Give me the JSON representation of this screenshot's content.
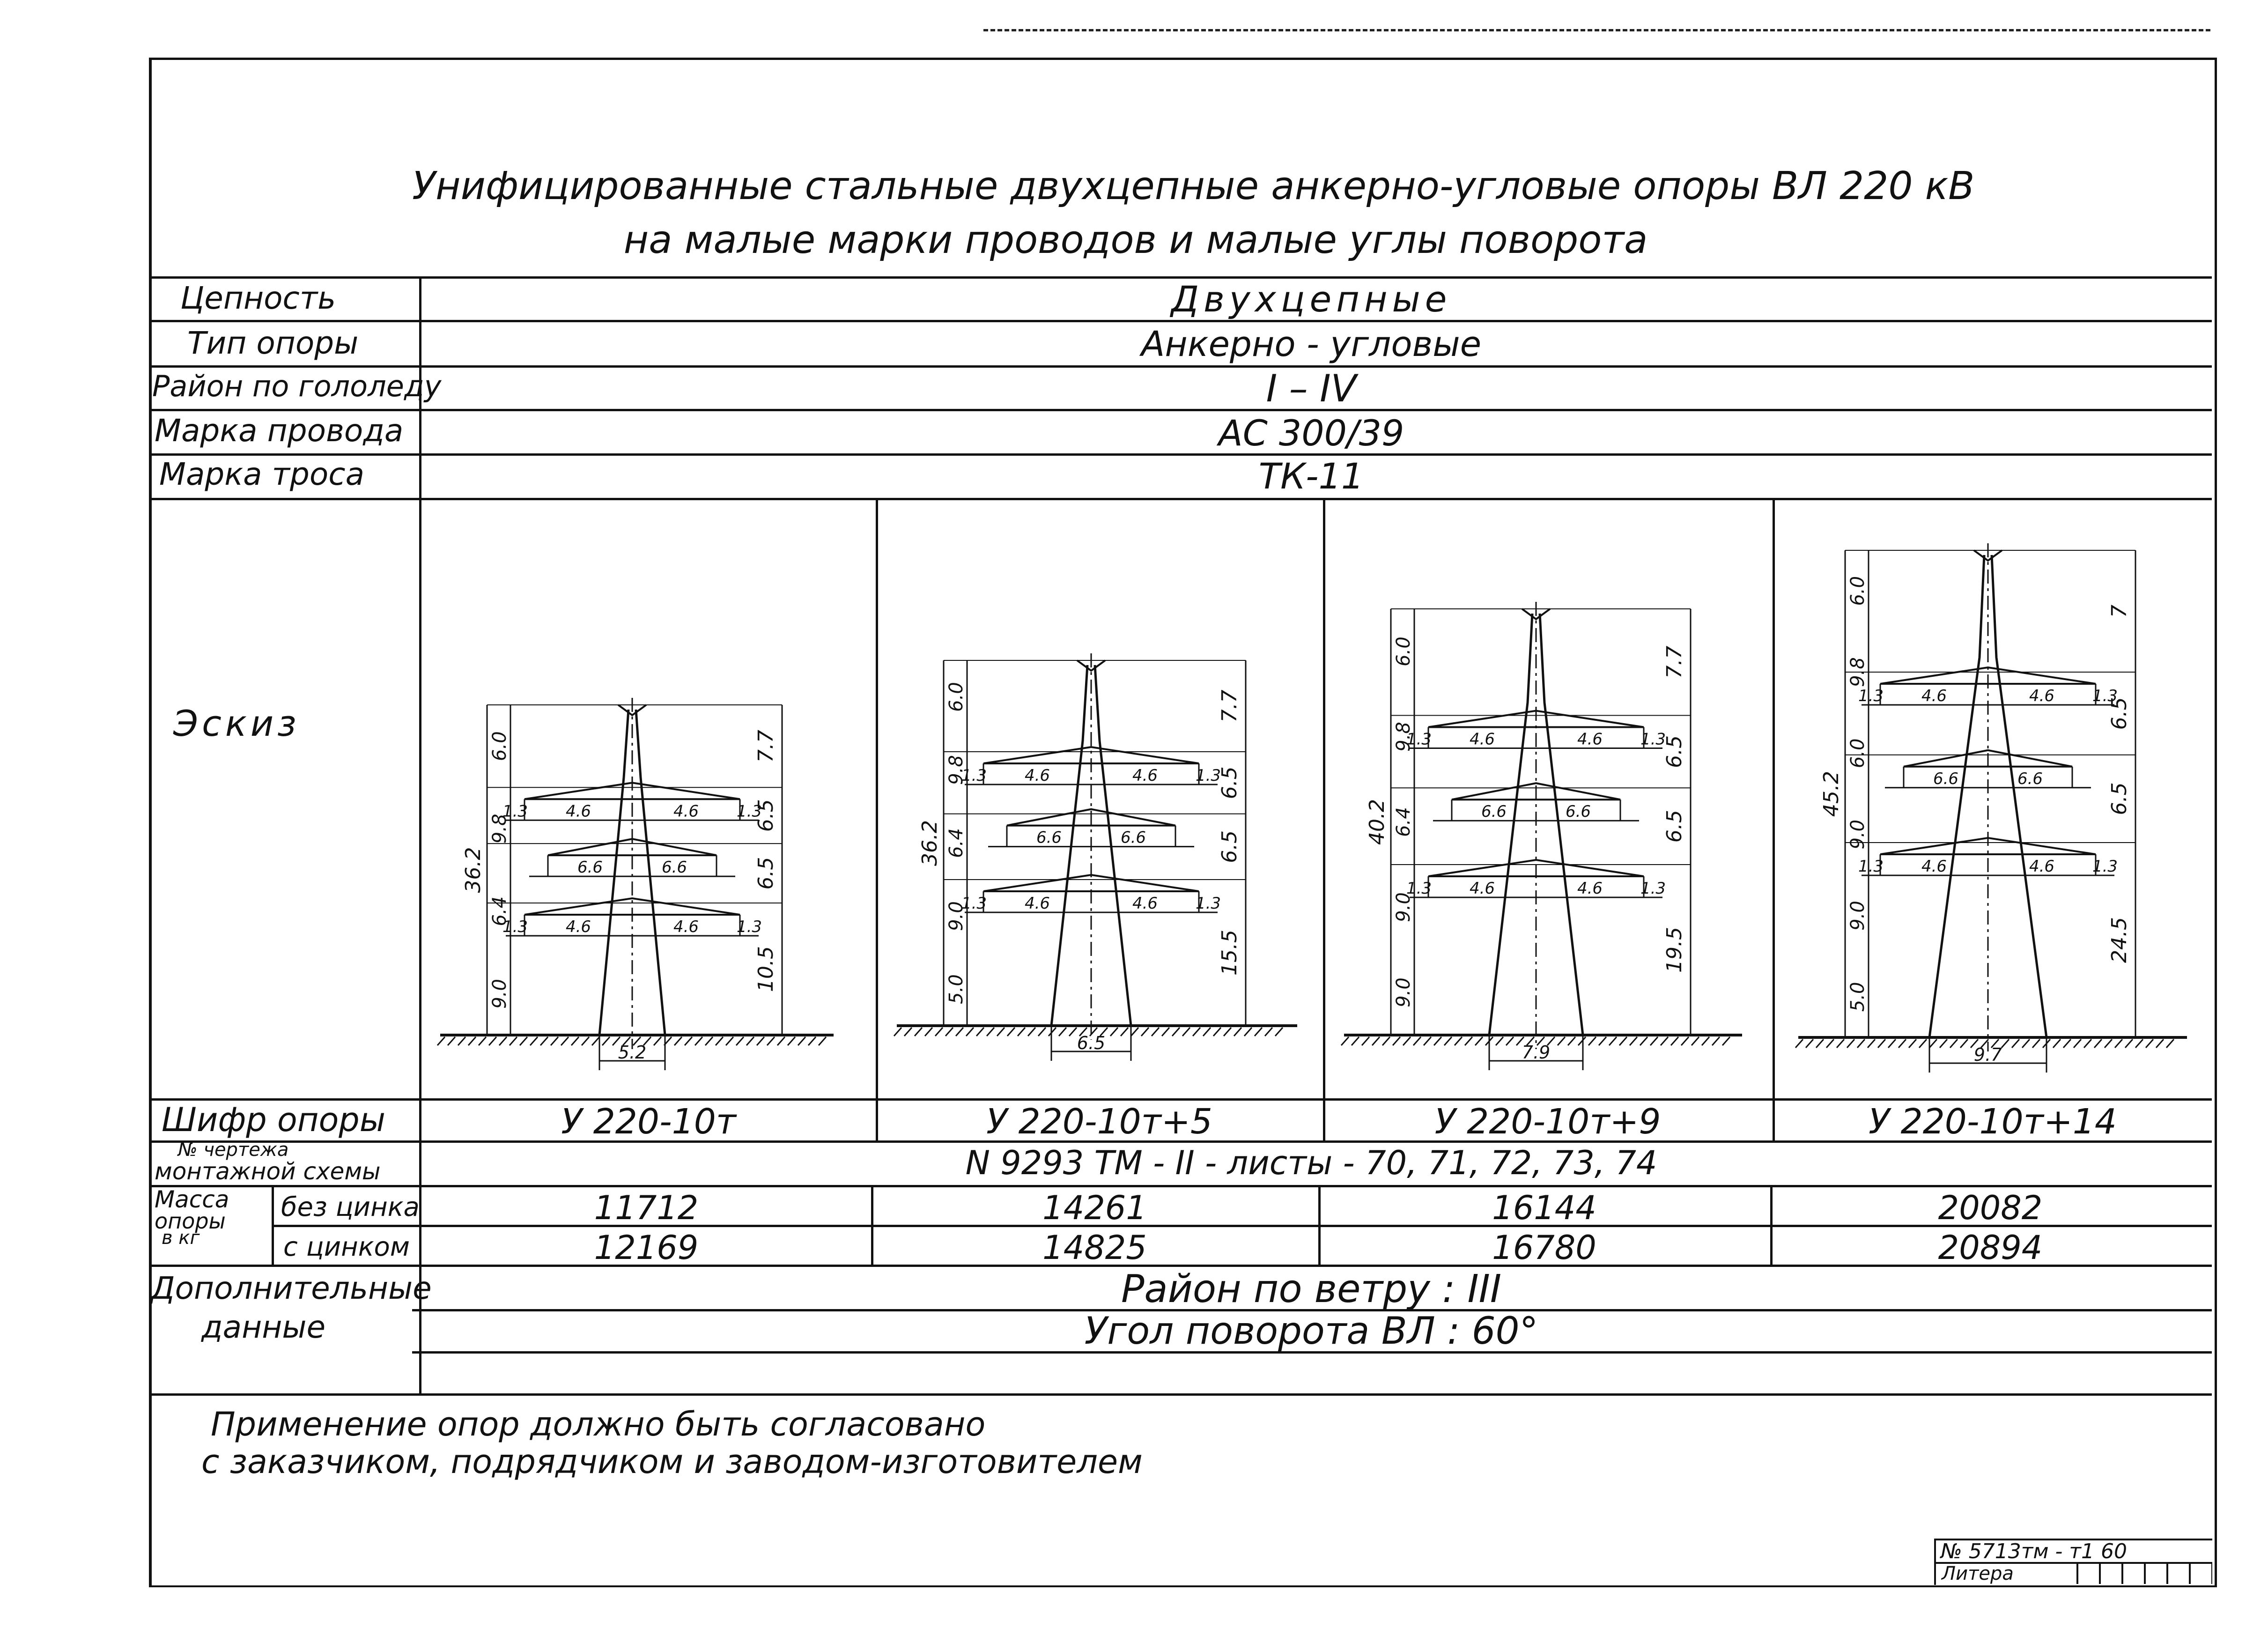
{
  "title": {
    "line1": "Унифицированные стальные двухцепные анкерно-угловые опоры ВЛ 220 кВ",
    "line2": "на малые марки проводов и малые углы поворота"
  },
  "rows": {
    "circuits": {
      "label": "Цепность",
      "value": "Двухцепные"
    },
    "type": {
      "label": "Тип опоры",
      "value": "Анкерно - угловые"
    },
    "ice": {
      "label": "Район по гололеду",
      "value": "I – IV"
    },
    "wire": {
      "label": "Марка провода",
      "value": "АС 300/39"
    },
    "rope": {
      "label": "Марка троса",
      "value": "ТК-11"
    },
    "sketch": {
      "label": "Эскиз"
    },
    "code": {
      "label": "Шифр опоры"
    },
    "drawing": {
      "label_1": "№ чертежа",
      "label_2": "монтажной схемы",
      "value": "N 9293 ТМ - II - листы - 70, 71, 72, 73, 74"
    },
    "mass": {
      "label_1": "Масса",
      "label_2": "опоры",
      "label_3": "в кг",
      "no_zinc": "без цинка",
      "zinc": "с цинком"
    },
    "extra": {
      "label_1": "Дополнительные",
      "label_2": "данные",
      "wind": "Район по ветру : III",
      "angle": "Угол поворота ВЛ : 60°"
    }
  },
  "towers": [
    {
      "code": "У 220-10т",
      "mass_no_zinc": "11712",
      "mass_zinc": "12169",
      "height": "36.2",
      "base": "5.2",
      "left_dims": [
        "6.0",
        "9.8",
        "6.4",
        "9.0"
      ],
      "right_dims": [
        "7.7",
        "6.5",
        "6.5",
        "10.5"
      ],
      "arms": [
        "1.3",
        "4.6",
        "4.6",
        "1.3"
      ],
      "mid_arms": [
        "6.6",
        "6.6"
      ]
    },
    {
      "code": "У 220-10т+5",
      "mass_no_zinc": "14261",
      "mass_zinc": "14825",
      "height": "36.2",
      "base": "6.5",
      "left_dims": [
        "6.0",
        "9.8",
        "6.4",
        "9.0",
        "5.0"
      ],
      "right_dims": [
        "7.7",
        "6.5",
        "6.5",
        "15.5"
      ],
      "arms": [
        "1.3",
        "4.6",
        "4.6",
        "1.3"
      ],
      "mid_arms": [
        "6.6",
        "6.6"
      ]
    },
    {
      "code": "У 220-10т+9",
      "mass_no_zinc": "16144",
      "mass_zinc": "16780",
      "height": "40.2",
      "base": "7.9",
      "left_dims": [
        "6.0",
        "9.8",
        "6.4",
        "9.0",
        "9.0"
      ],
      "right_dims": [
        "7.7",
        "6.5",
        "6.5",
        "19.5"
      ],
      "arms": [
        "1.3",
        "4.6",
        "4.6",
        "1.3"
      ],
      "mid_arms": [
        "6.6",
        "6.6"
      ]
    },
    {
      "code": "У 220-10т+14",
      "mass_no_zinc": "20082",
      "mass_zinc": "20894",
      "height": "45.2",
      "base": "9.7",
      "left_dims": [
        "6.0",
        "9.8",
        "6.0",
        "9.0",
        "9.0",
        "5.0"
      ],
      "right_dims": [
        "7",
        "6.5",
        "6.5",
        "24.5"
      ],
      "arms": [
        "1.3",
        "4.6",
        "4.6",
        "1.3"
      ],
      "mid_arms": [
        "6.6",
        "6.6"
      ]
    }
  ],
  "note": {
    "line1": "Применение опор должно быть согласовано",
    "line2": "с заказчиком, подрядчиком и заводом-изготовителем"
  },
  "stamp": {
    "number": "№ 5713тм - т1 60",
    "litera": "Литера"
  }
}
